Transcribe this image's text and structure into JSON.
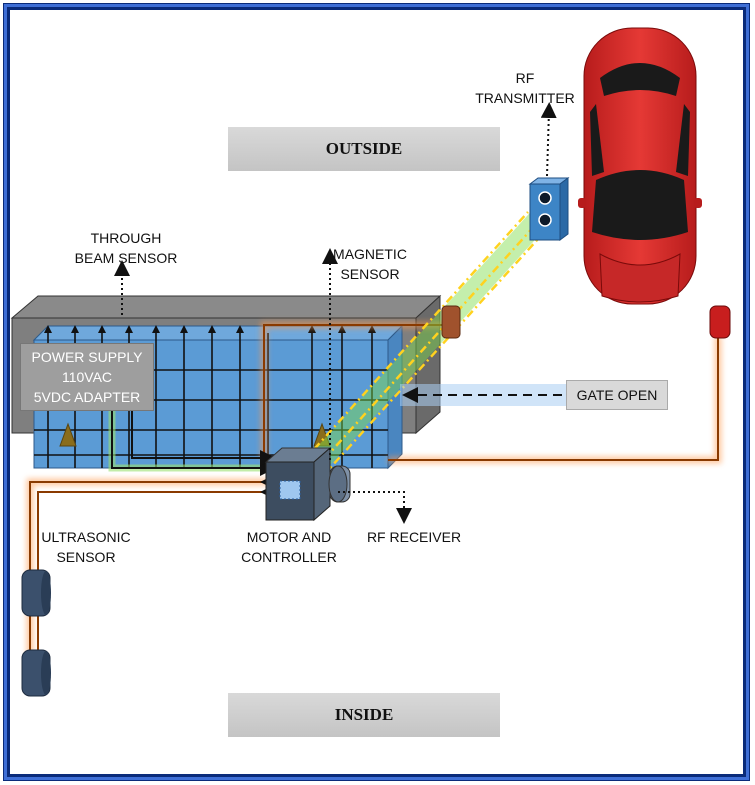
{
  "zones": {
    "outside": "OUTSIDE",
    "inside": "INSIDE"
  },
  "labels": {
    "rf_transmitter_line1": "RF",
    "rf_transmitter_line2": "TRANSMITTER",
    "through_beam_line1": "THROUGH",
    "through_beam_line2": "BEAM SENSOR",
    "magnetic_line1": "MAGNETIC",
    "magnetic_line2": "SENSOR",
    "ultrasonic_line1": "ULTRASONIC",
    "ultrasonic_line2": "SENSOR",
    "motor_line1": "MOTOR AND",
    "motor_line2": "CONTROLLER",
    "rf_receiver": "RF RECEIVER"
  },
  "power_supply": {
    "line1": "POWER SUPPLY",
    "line2": "110VAC",
    "line3": "5VDC ADAPTER"
  },
  "gate_open": "GATE OPEN",
  "colors": {
    "frame": "#0a2b7a",
    "gate_blue": "#5b9bd5",
    "car_red": "#d32f2f",
    "beam_green": "#70d040",
    "beam_yellow": "#ffd21f",
    "wire_orange": "#ff8c3a"
  }
}
